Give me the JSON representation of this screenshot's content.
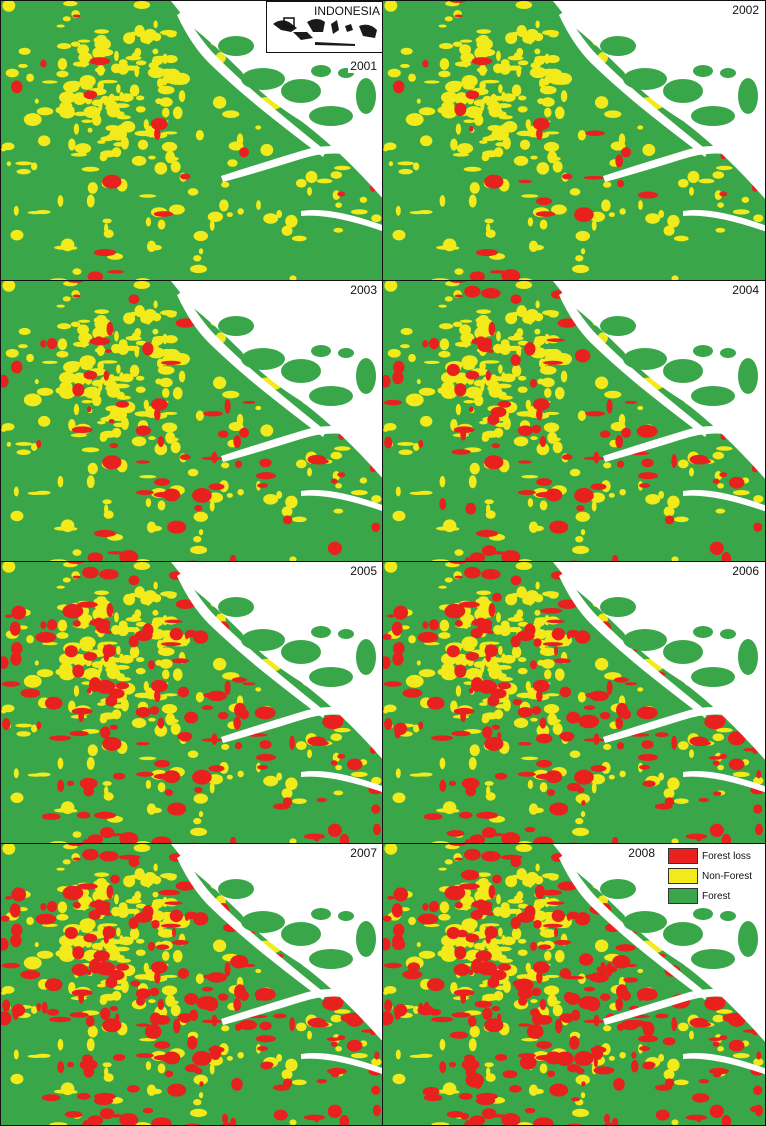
{
  "inset": {
    "title": "INDONESIA"
  },
  "panels": [
    {
      "year": "2001",
      "loss_level": 0.05
    },
    {
      "year": "2002",
      "loss_level": 0.12
    },
    {
      "year": "2003",
      "loss_level": 0.22
    },
    {
      "year": "2004",
      "loss_level": 0.3
    },
    {
      "year": "2005",
      "loss_level": 0.45
    },
    {
      "year": "2006",
      "loss_level": 0.52
    },
    {
      "year": "2007",
      "loss_level": 0.62
    },
    {
      "year": "2008",
      "loss_level": 0.68
    }
  ],
  "legend": {
    "items": [
      {
        "label": "Forest loss",
        "color": "#e8201e"
      },
      {
        "label": "Non-Forest",
        "color": "#f2ea1a"
      },
      {
        "label": "Forest",
        "color": "#3aa64a"
      }
    ]
  },
  "colors": {
    "forest": "#3aa64a",
    "non_forest": "#f2ea1a",
    "forest_loss": "#e8201e",
    "water": "#ffffff"
  }
}
